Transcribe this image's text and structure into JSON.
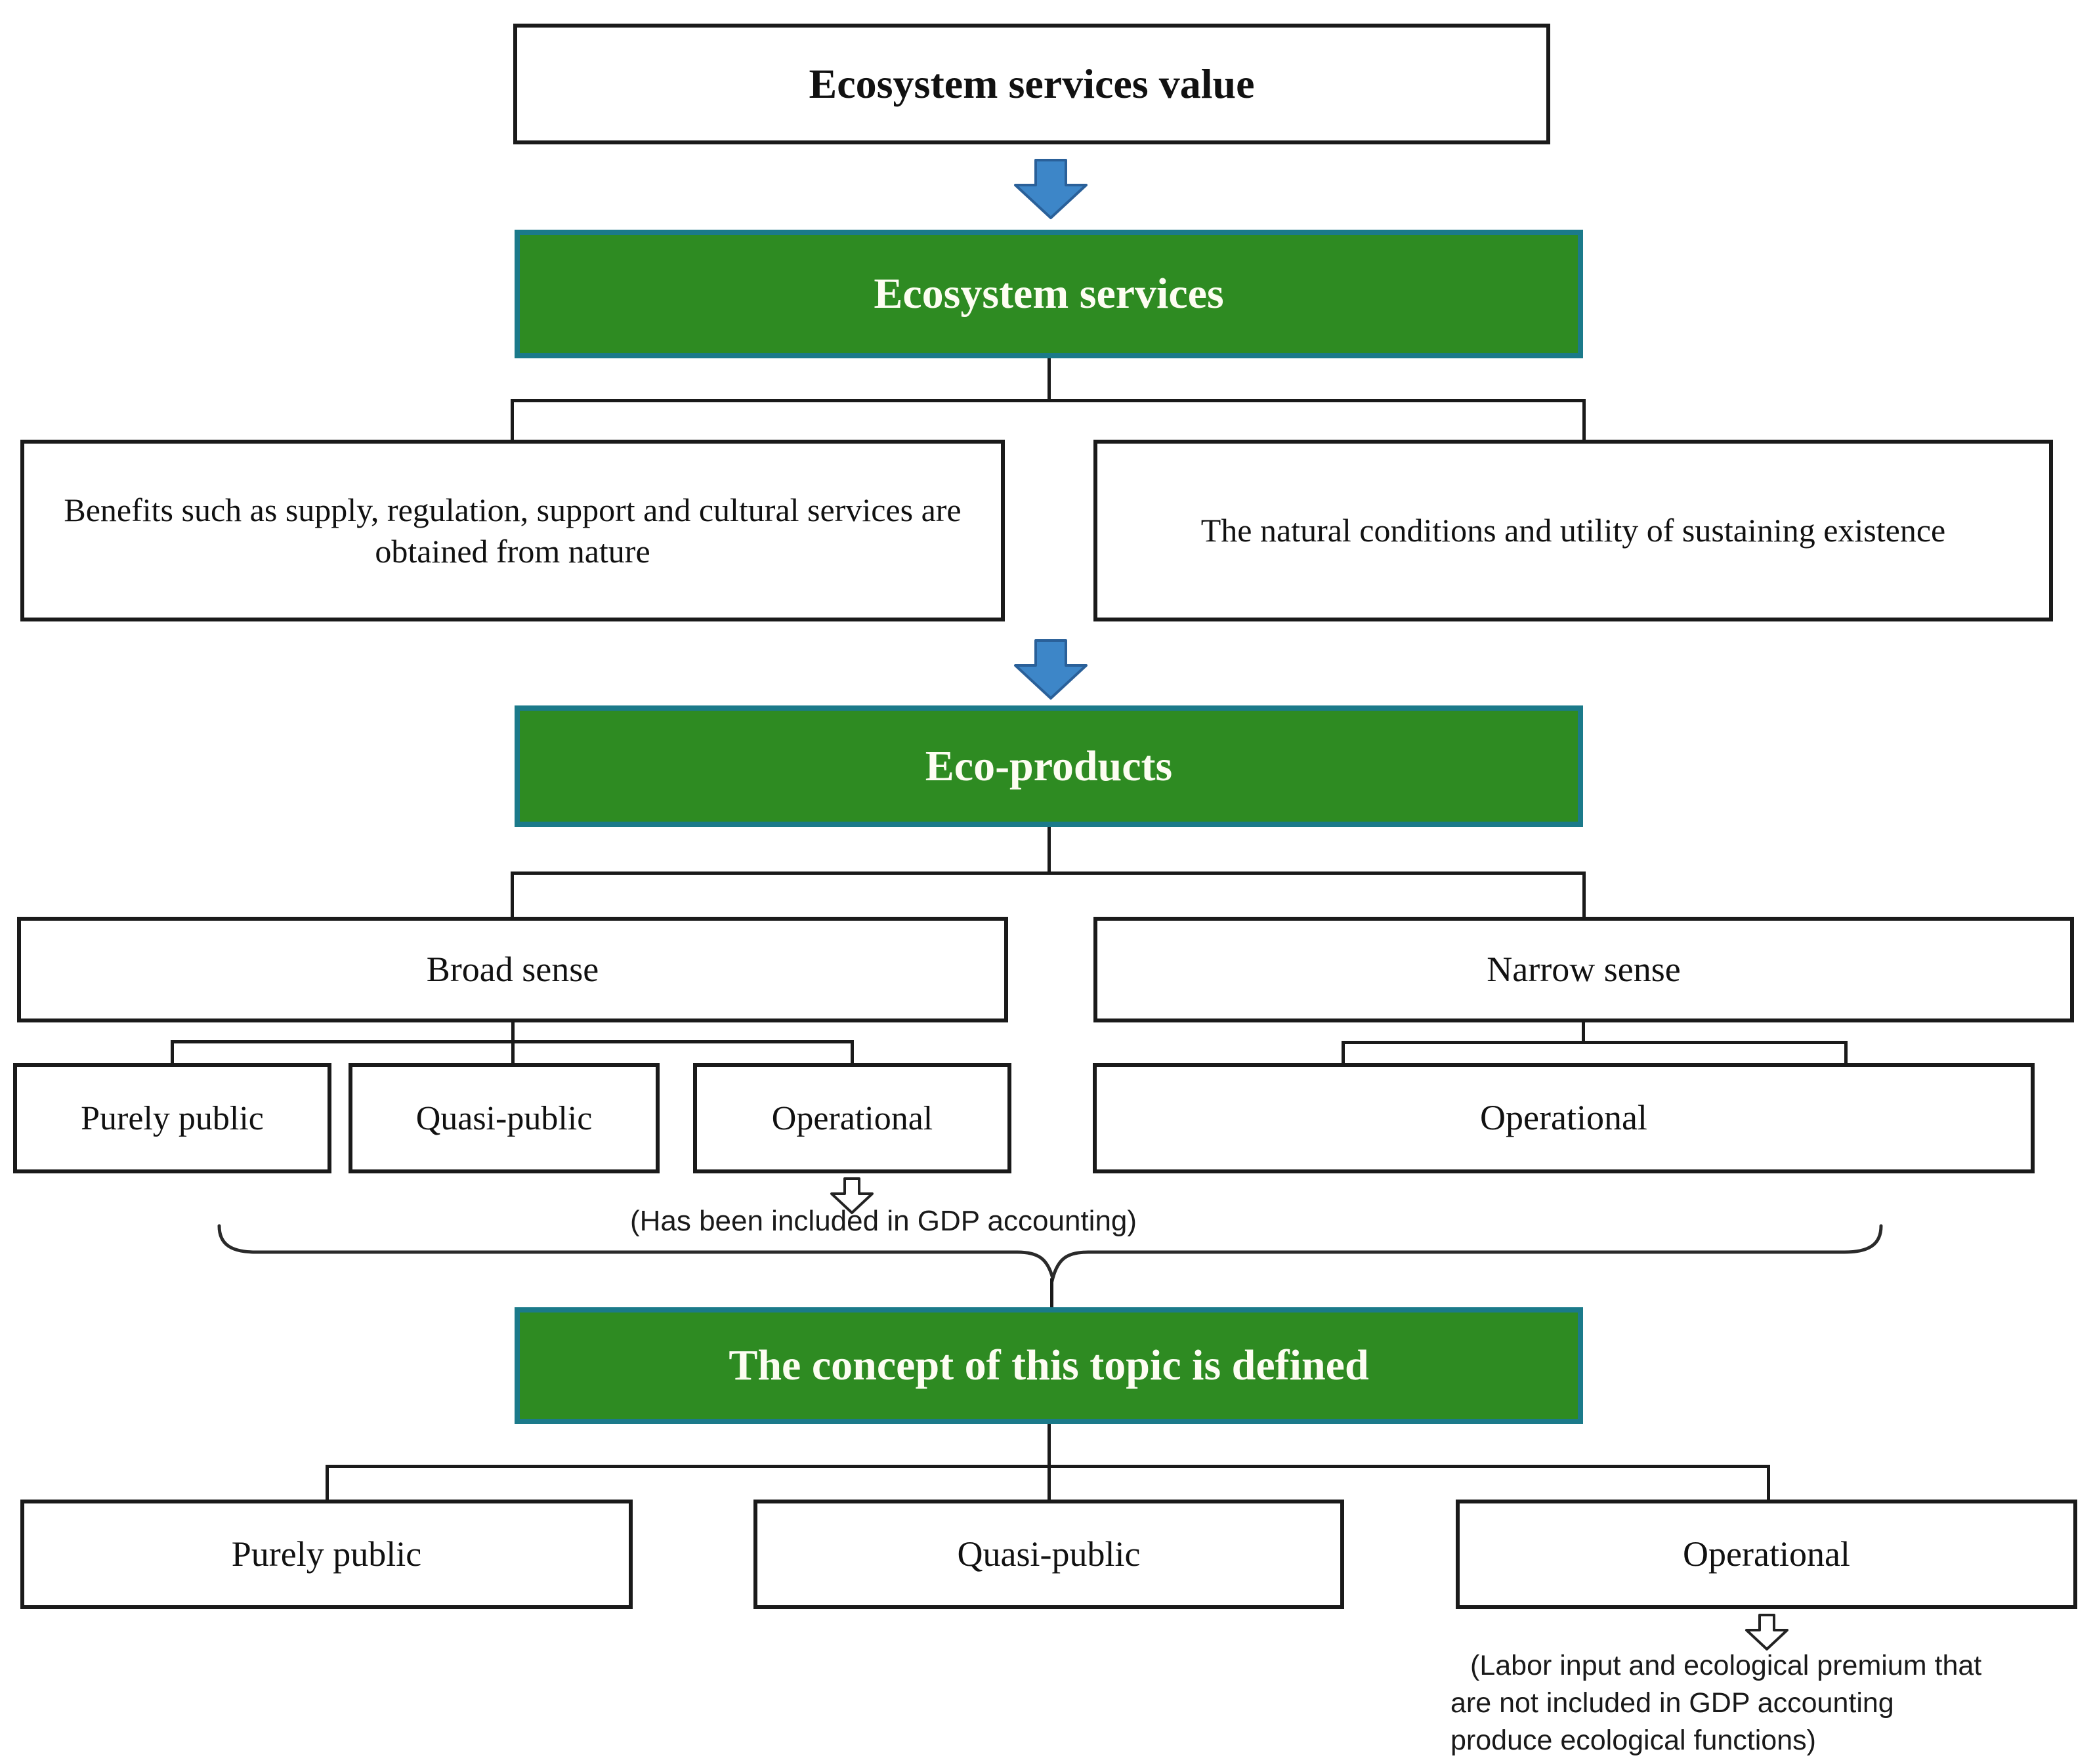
{
  "colors": {
    "green_fill": "#2e8b22",
    "green_border": "#1b7a8a",
    "arrow_fill": "#3d86c8",
    "arrow_stroke": "#2a6099",
    "line": "#1a1a1a"
  },
  "nodes": {
    "root": {
      "label": "Ecosystem services value"
    },
    "ecosystem_services": {
      "label": "Ecosystem services"
    },
    "benefits": {
      "label": "Benefits such as supply, regulation, support and cultural services are obtained from nature"
    },
    "natural_conditions": {
      "label": "The natural conditions and utility of sustaining existence"
    },
    "eco_products": {
      "label": "Eco-products"
    },
    "broad_sense": {
      "label": "Broad sense"
    },
    "narrow_sense": {
      "label": "Narrow sense"
    },
    "broad_purely_public": {
      "label": "Purely public"
    },
    "broad_quasi_public": {
      "label": "Quasi-public"
    },
    "broad_operational": {
      "label": "Operational"
    },
    "gdp_note": {
      "label": "(Has been included in GDP accounting)"
    },
    "narrow_operational": {
      "label": "Operational"
    },
    "concept": {
      "label": "The concept of this topic is defined"
    },
    "concept_purely_public": {
      "label": "Purely public"
    },
    "concept_quasi_public": {
      "label": "Quasi-public"
    },
    "concept_operational": {
      "label": "Operational"
    },
    "labor_note": {
      "lines": [
        "(Labor input and ecological premium that",
        "are not included in GDP accounting",
        "produce ecological functions)"
      ]
    }
  }
}
